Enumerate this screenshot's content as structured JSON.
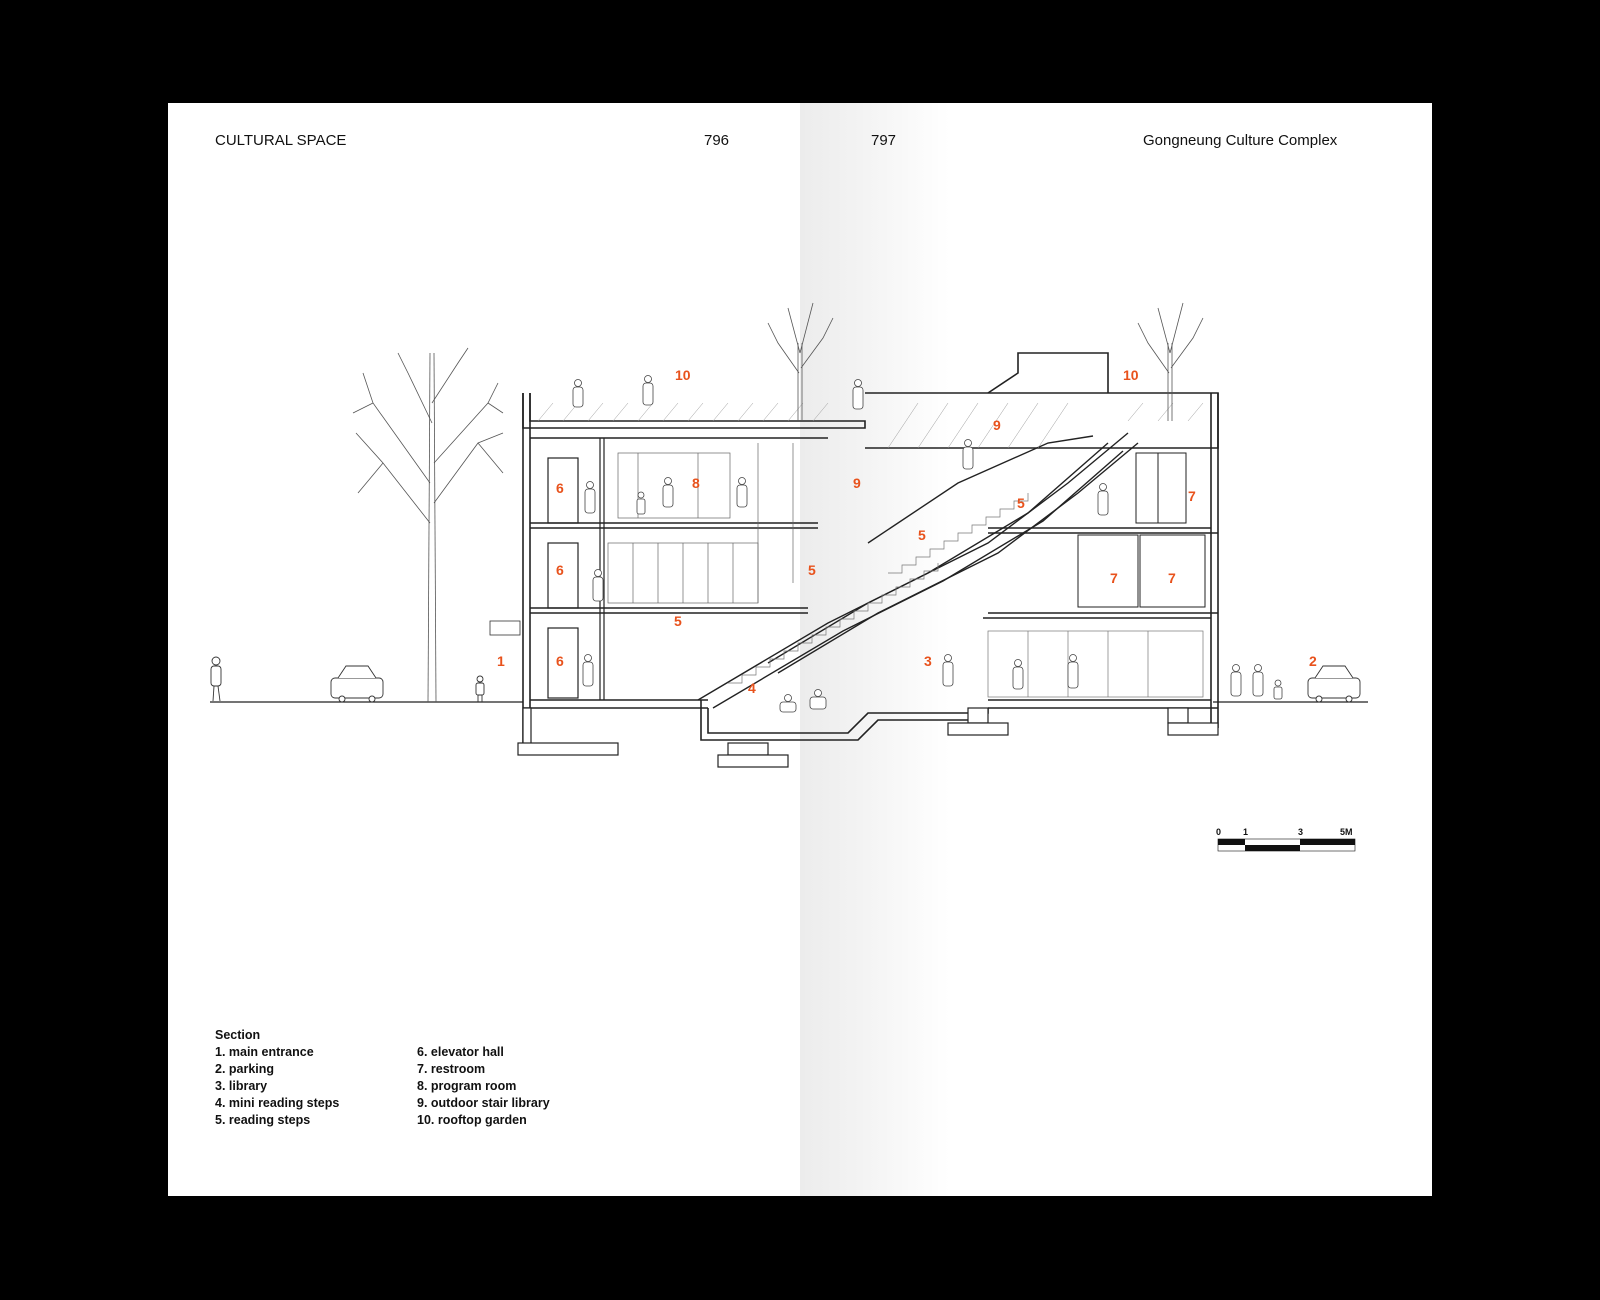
{
  "header": {
    "left_title": "CULTURAL SPACE",
    "left_page": "796",
    "right_page": "797",
    "right_title": "Gongneung Culture Complex"
  },
  "drawing": {
    "labels": [
      "10",
      "10",
      "9",
      "9",
      "8",
      "7",
      "7",
      "7",
      "6",
      "6",
      "6",
      "5",
      "5",
      "5",
      "5",
      "4",
      "3",
      "2",
      "1"
    ]
  },
  "scale_bar": {
    "ticks": [
      "0",
      "1",
      "3",
      "5M"
    ]
  },
  "legend": {
    "title": "Section",
    "items_left": [
      "1. main entrance",
      "2. parking",
      "3. library",
      "4. mini reading steps",
      "5. reading steps"
    ],
    "items_right": [
      "6. elevator hall",
      "7. restroom",
      "8. program room",
      "9. outdoor stair library",
      "10. rooftop garden"
    ]
  },
  "colors": {
    "label_accent": "#e8521c",
    "line": "#222222",
    "page": "#ffffff",
    "background": "#000000"
  }
}
